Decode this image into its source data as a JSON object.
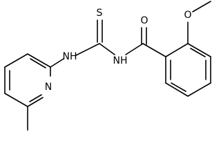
{
  "molecule": {
    "atoms": {
      "sulfur": "S",
      "carbonyl_oxygen": "O",
      "methoxy_oxygen": "O",
      "amide_nitrogen": "NH",
      "amine_nitrogen": "NH",
      "pyridine_nitrogen": "N"
    }
  }
}
